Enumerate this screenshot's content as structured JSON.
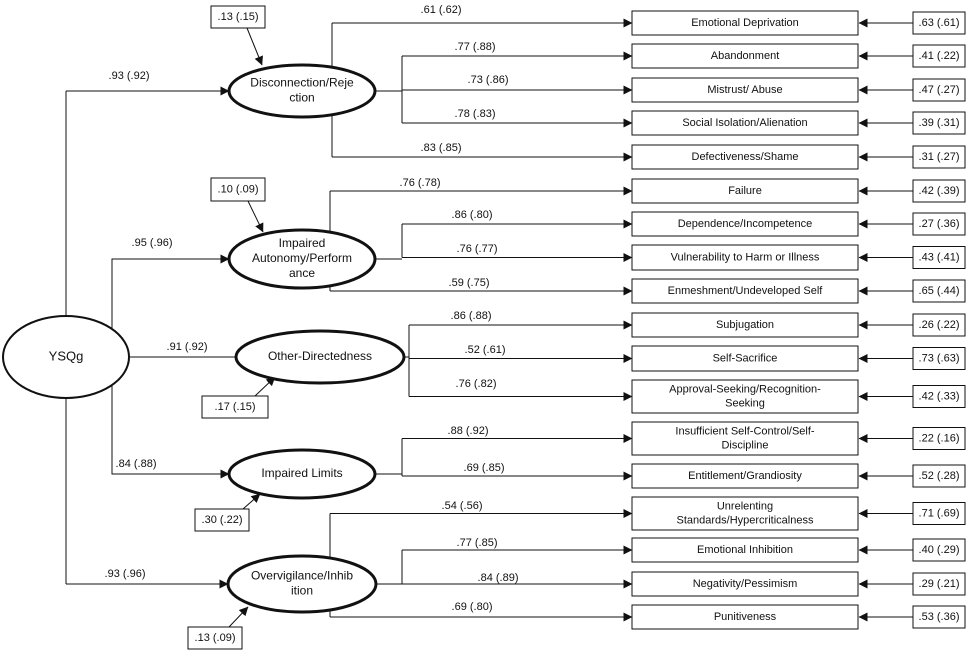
{
  "root": {
    "label": "YSQg"
  },
  "factors": [
    {
      "id": "disc",
      "label": [
        "Disconnection/Reje",
        "ction"
      ],
      "loading": ".93 (.92)",
      "error": ".13 (.15)",
      "items": [
        {
          "label": [
            "Emotional Deprivation"
          ],
          "loading": ".61 (.62)",
          "error": ".63 (.61)"
        },
        {
          "label": [
            "Abandonment"
          ],
          "loading": ".77 (.88)",
          "error": ".41 (.22)"
        },
        {
          "label": [
            "Mistrust/ Abuse"
          ],
          "loading": ".73 (.86)",
          "error": ".47 (.27)"
        },
        {
          "label": [
            "Social Isolation/Alienation"
          ],
          "loading": ".78 (.83)",
          "error": ".39 (.31)"
        },
        {
          "label": [
            "Defectiveness/Shame"
          ],
          "loading": ".83 (.85)",
          "error": ".31 (.27)"
        }
      ]
    },
    {
      "id": "auto",
      "label": [
        "Impaired",
        "Autonomy/Perform",
        "ance"
      ],
      "loading": ".95 (.96)",
      "error": ".10 (.09)",
      "items": [
        {
          "label": [
            "Failure"
          ],
          "loading": ".76 (.78)",
          "error": ".42 (.39)"
        },
        {
          "label": [
            "Dependence/Incompetence"
          ],
          "loading": ".86 (.80)",
          "error": ".27 (.36)"
        },
        {
          "label": [
            "Vulnerability to Harm or Illness"
          ],
          "loading": ".76 (.77)",
          "error": ".43 (.41)"
        },
        {
          "label": [
            "Enmeshment/Undeveloped Self"
          ],
          "loading": ".59 (.75)",
          "error": ".65 (.44)"
        }
      ]
    },
    {
      "id": "other",
      "label": [
        "Other-Directedness"
      ],
      "loading": ".91 (.92)",
      "error": ".17 (.15)",
      "items": [
        {
          "label": [
            "Subjugation"
          ],
          "loading": ".86 (.88)",
          "error": ".26 (.22)"
        },
        {
          "label": [
            "Self-Sacrifice"
          ],
          "loading": ".52 (.61)",
          "error": ".73 (.63)"
        },
        {
          "label": [
            "Approval-Seeking/Recognition-",
            "Seeking"
          ],
          "loading": ".76 (.82)",
          "error": ".42 (.33)"
        }
      ]
    },
    {
      "id": "limits",
      "label": [
        "Impaired Limits"
      ],
      "loading": ".84 (.88)",
      "error": ".30 (.22)",
      "items": [
        {
          "label": [
            "Insufficient  Self-Control/Self-",
            "Discipline"
          ],
          "loading": ".88 (.92)",
          "error": ".22 (.16)"
        },
        {
          "label": [
            "Entitlement/Grandiosity"
          ],
          "loading": ".69 (.85)",
          "error": ".52 (.28)"
        }
      ]
    },
    {
      "id": "over",
      "label": [
        "Overvigilance/Inhib",
        "ition"
      ],
      "loading": ".93 (.96)",
      "error": ".13 (.09)",
      "items": [
        {
          "label": [
            "Unrelenting",
            "Standards/Hypercriticalness"
          ],
          "loading": ".54 (.56)",
          "error": ".71 (.69)"
        },
        {
          "label": [
            "Emotional Inhibition"
          ],
          "loading": ".77 (.85)",
          "error": ".40 (.29)"
        },
        {
          "label": [
            "Negativity/Pessimism"
          ],
          "loading": ".84 (.89)",
          "error": ".29 (.21)"
        },
        {
          "label": [
            "Punitiveness"
          ],
          "loading": ".69 (.80)",
          "error": ".53 (.36)"
        }
      ]
    }
  ]
}
